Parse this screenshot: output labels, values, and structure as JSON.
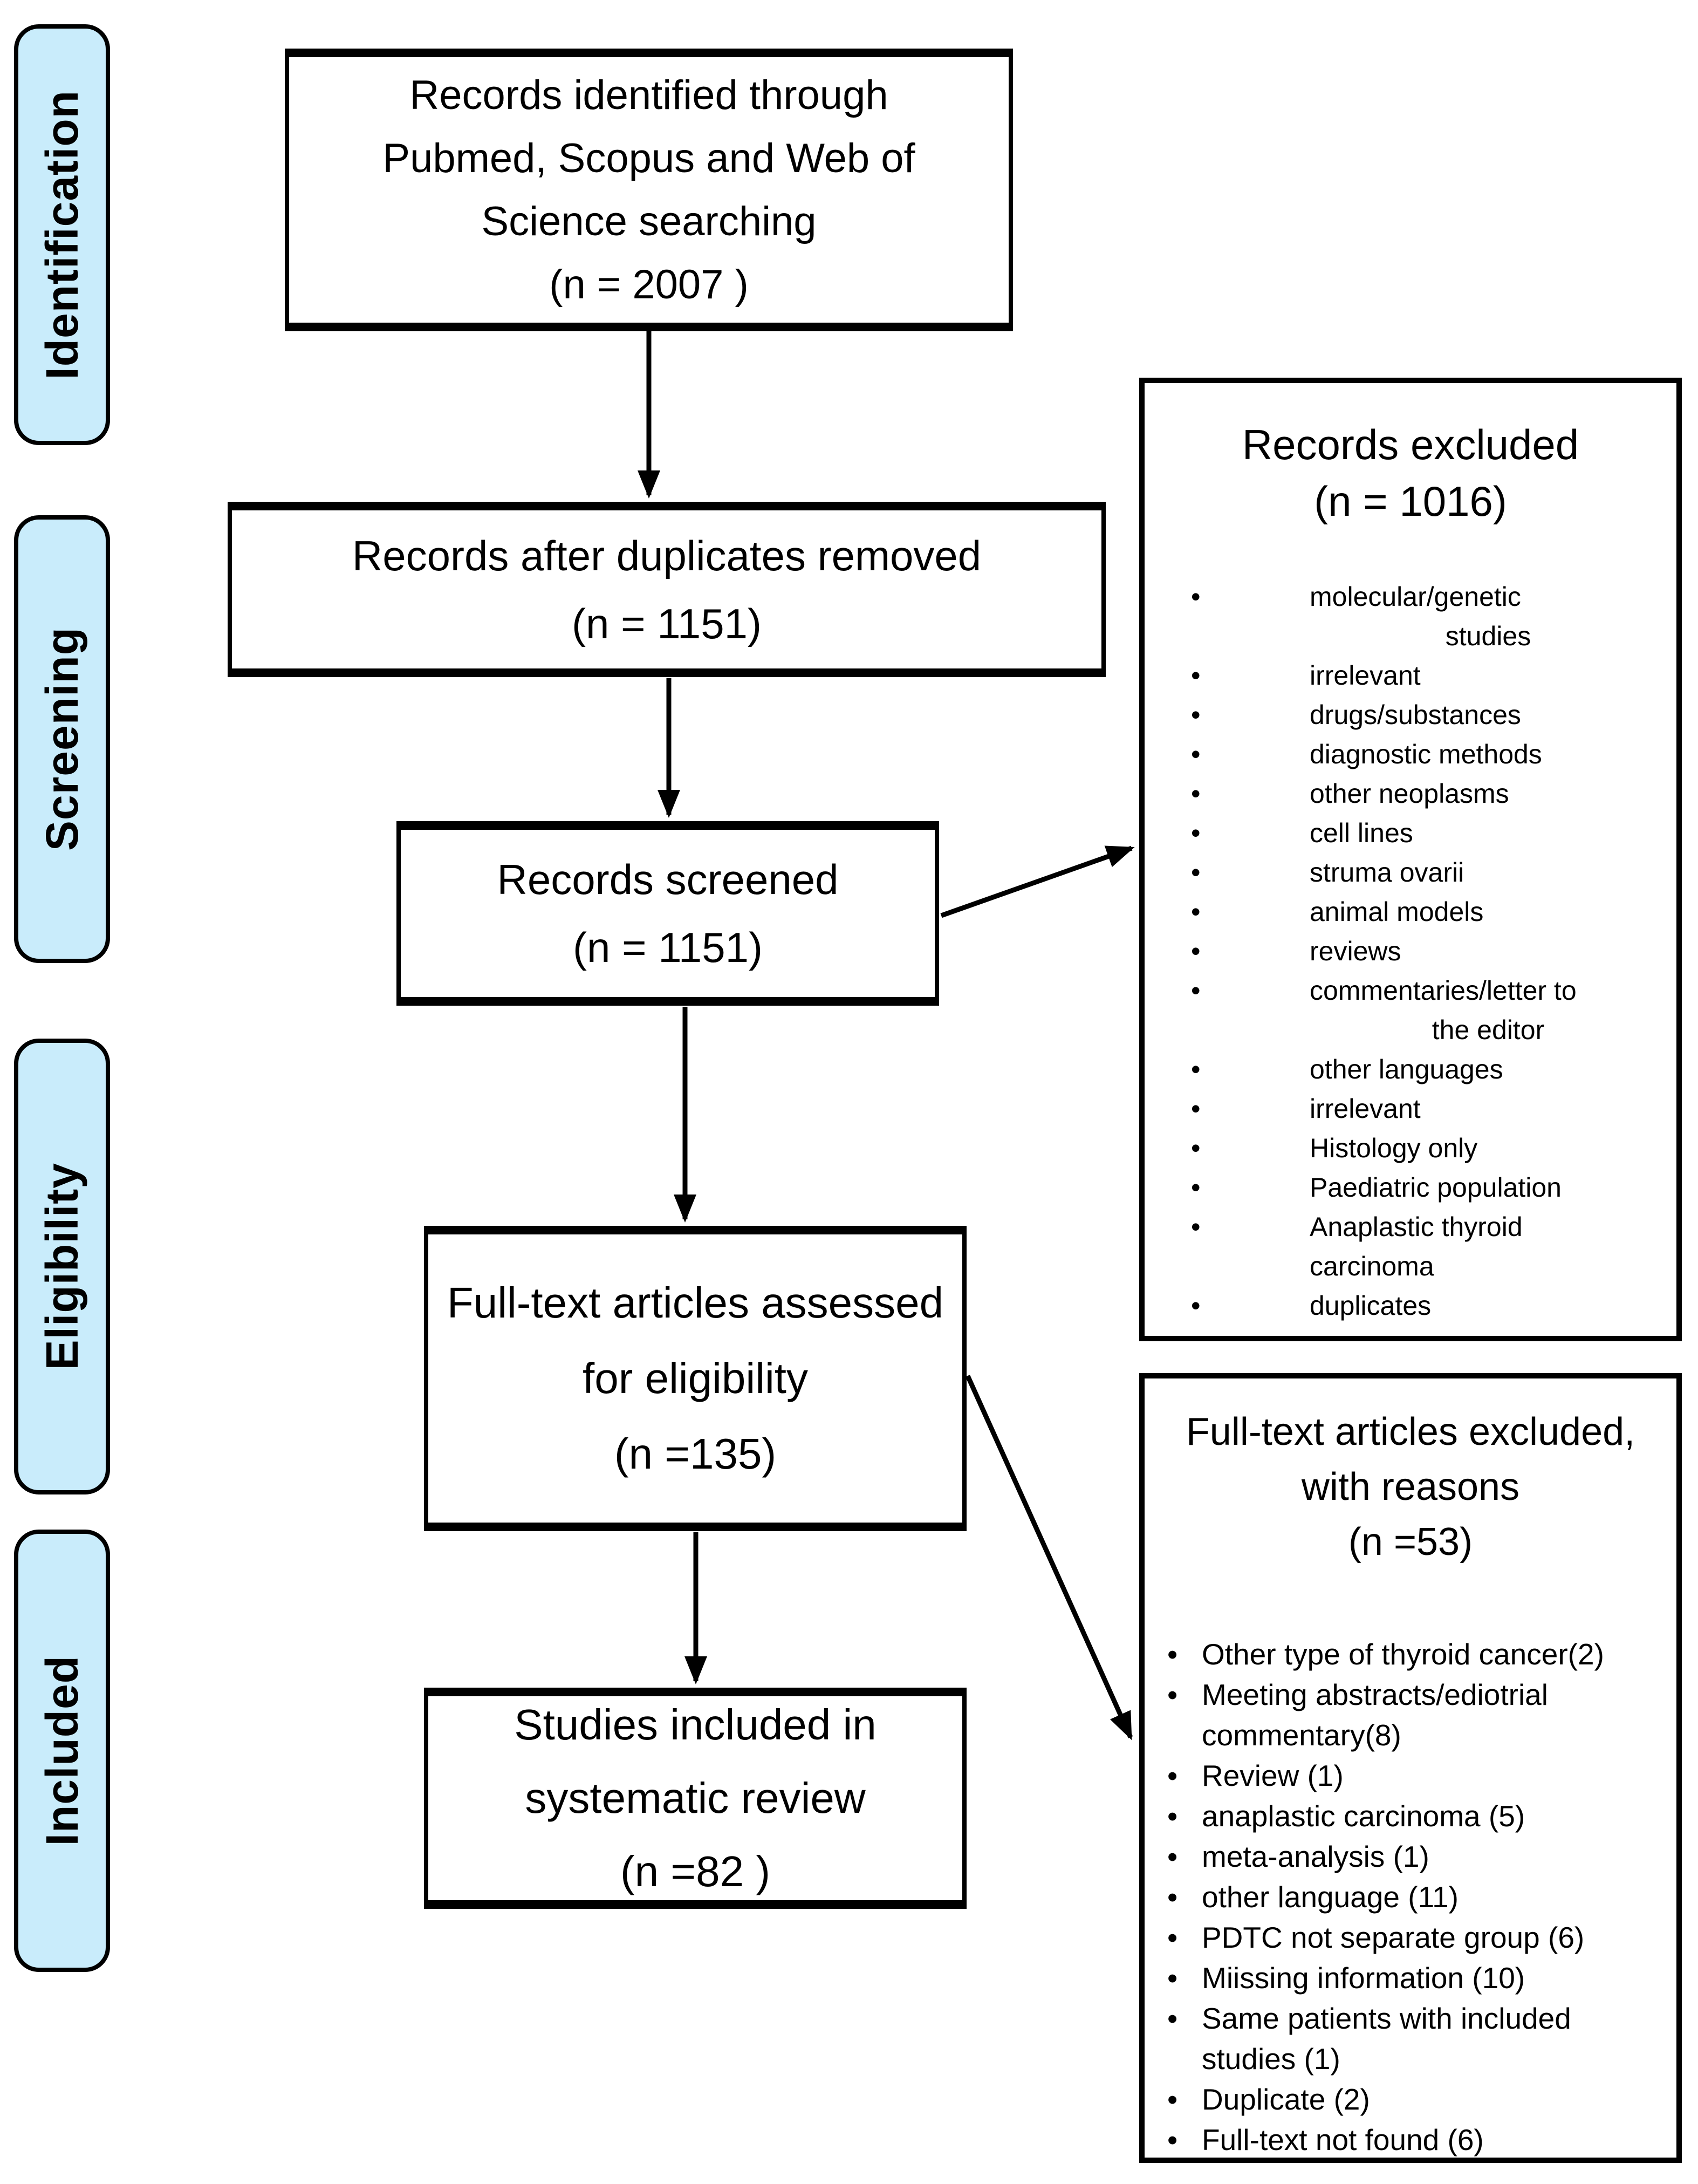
{
  "colors": {
    "background": "#ffffff",
    "sidebar_fill": "#c9ecfb",
    "line_color": "#000000"
  },
  "sidebar": {
    "labels": [
      "Identification",
      "Screening",
      "Eligibility",
      "Included"
    ]
  },
  "flow": {
    "identified": {
      "lines": [
        "Records identified through",
        "Pubmed, Scopus and Web of",
        "Science searching",
        "(n = 2007 )"
      ]
    },
    "dedup": {
      "lines": [
        "Records after duplicates removed",
        "(n = 1151)"
      ]
    },
    "screened": {
      "lines": [
        "Records screened",
        "(n = 1151)"
      ]
    },
    "fulltext": {
      "lines": [
        "Full-text articles assessed",
        "for eligibility",
        "(n =135)"
      ]
    },
    "included": {
      "lines": [
        "Studies included in",
        "systematic review",
        "(n =82 )"
      ]
    }
  },
  "records_excluded": {
    "title": [
      "Records excluded",
      "(n = 1016)"
    ],
    "items": [
      {
        "t1": "molecular/genetic",
        "t2": "studies"
      },
      {
        "t1": "irrelevant"
      },
      {
        "t1": "drugs/substances"
      },
      {
        "t1": "diagnostic methods"
      },
      {
        "t1": "other neoplasms"
      },
      {
        "t1": "cell lines"
      },
      {
        "t1": "struma ovarii"
      },
      {
        "t1": "animal models"
      },
      {
        "t1": "reviews"
      },
      {
        "t1": "commentaries/letter to",
        "t2": "the editor"
      },
      {
        "t1": "other languages"
      },
      {
        "t1": "irrelevant"
      },
      {
        "t1": "Histology only"
      },
      {
        "t1": "Paediatric population"
      },
      {
        "t1": "Anaplastic thyroid",
        "t2": "carcinoma"
      },
      {
        "t1": "duplicates"
      }
    ]
  },
  "fulltext_excluded": {
    "title": [
      "Full-text articles excluded,",
      "with reasons",
      "(n =53)"
    ],
    "items": [
      {
        "t1": "Other type of thyroid cancer(2)"
      },
      {
        "t1": "Meeting abstracts/ediotrial",
        "t2": "commentary(8)"
      },
      {
        "t1": "Review (1)"
      },
      {
        "t1": "anaplastic carcinoma (5)"
      },
      {
        "t1": "meta-analysis (1)"
      },
      {
        "t1": "other language (11)"
      },
      {
        "t1": "PDTC not separate group (6)"
      },
      {
        "t1": "Miissing information (10)"
      },
      {
        "t1": "Same patients with included",
        "t2": "studies (1)"
      },
      {
        "t1": "Duplicate (2)"
      },
      {
        "t1": "Full-text not found (6)"
      }
    ]
  }
}
